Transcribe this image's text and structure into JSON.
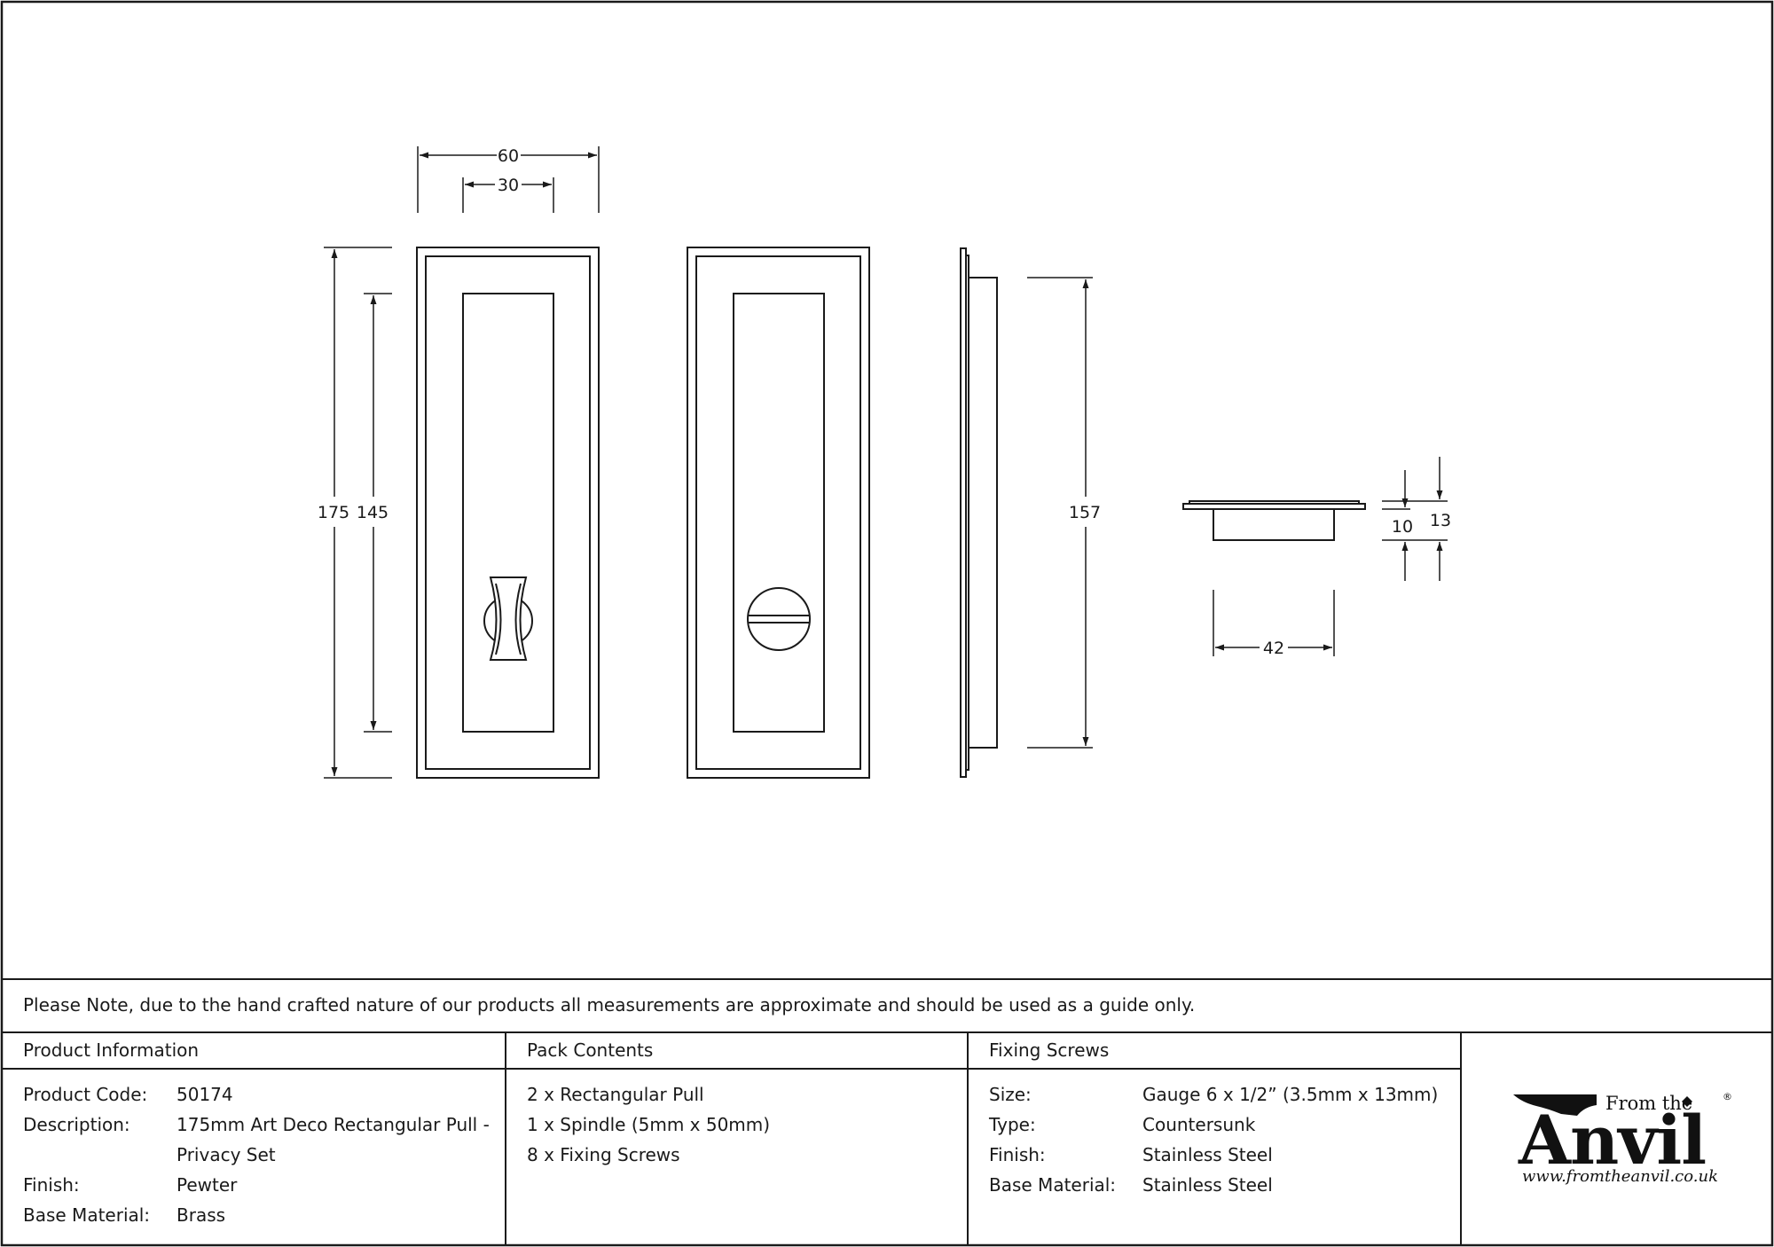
{
  "dimensions": {
    "front_width_outer": "60",
    "front_width_inner": "30",
    "front_height_outer": "175",
    "front_height_inner": "145",
    "side_height": "157",
    "end_height_lower": "10",
    "end_height_upper": "13",
    "end_width": "42"
  },
  "note": "Please Note, due to the hand crafted nature of our products all measurements are approximate and should be used as a guide only.",
  "product_info": {
    "header": "Product Information",
    "rows": [
      {
        "label": "Product Code:",
        "value": "50174"
      },
      {
        "label": "Description:",
        "value": "175mm Art Deco Rectangular Pull -"
      },
      {
        "label": "",
        "value": "Privacy Set"
      },
      {
        "label": "Finish:",
        "value": "Pewter"
      },
      {
        "label": "Base Material:",
        "value": "Brass"
      }
    ]
  },
  "pack_contents": {
    "header": "Pack Contents",
    "items": [
      "2 x Rectangular Pull",
      "1 x Spindle (5mm x 50mm)",
      "8 x Fixing Screws"
    ]
  },
  "fixing_screws": {
    "header": "Fixing Screws",
    "rows": [
      {
        "label": "Size:",
        "value": "Gauge 6 x 1/2” (3.5mm x 13mm)"
      },
      {
        "label": "Type:",
        "value": "Countersunk"
      },
      {
        "label": "Finish:",
        "value": "Stainless Steel"
      },
      {
        "label": "Base Material:",
        "value": "Stainless Steel"
      }
    ]
  },
  "logo": {
    "from_the": "From the",
    "anvil": "Anvil",
    "registered": "®",
    "url": "www.fromtheanvil.co.uk"
  },
  "colors": {
    "line": "#1a1a1a",
    "background": "#ffffff"
  }
}
